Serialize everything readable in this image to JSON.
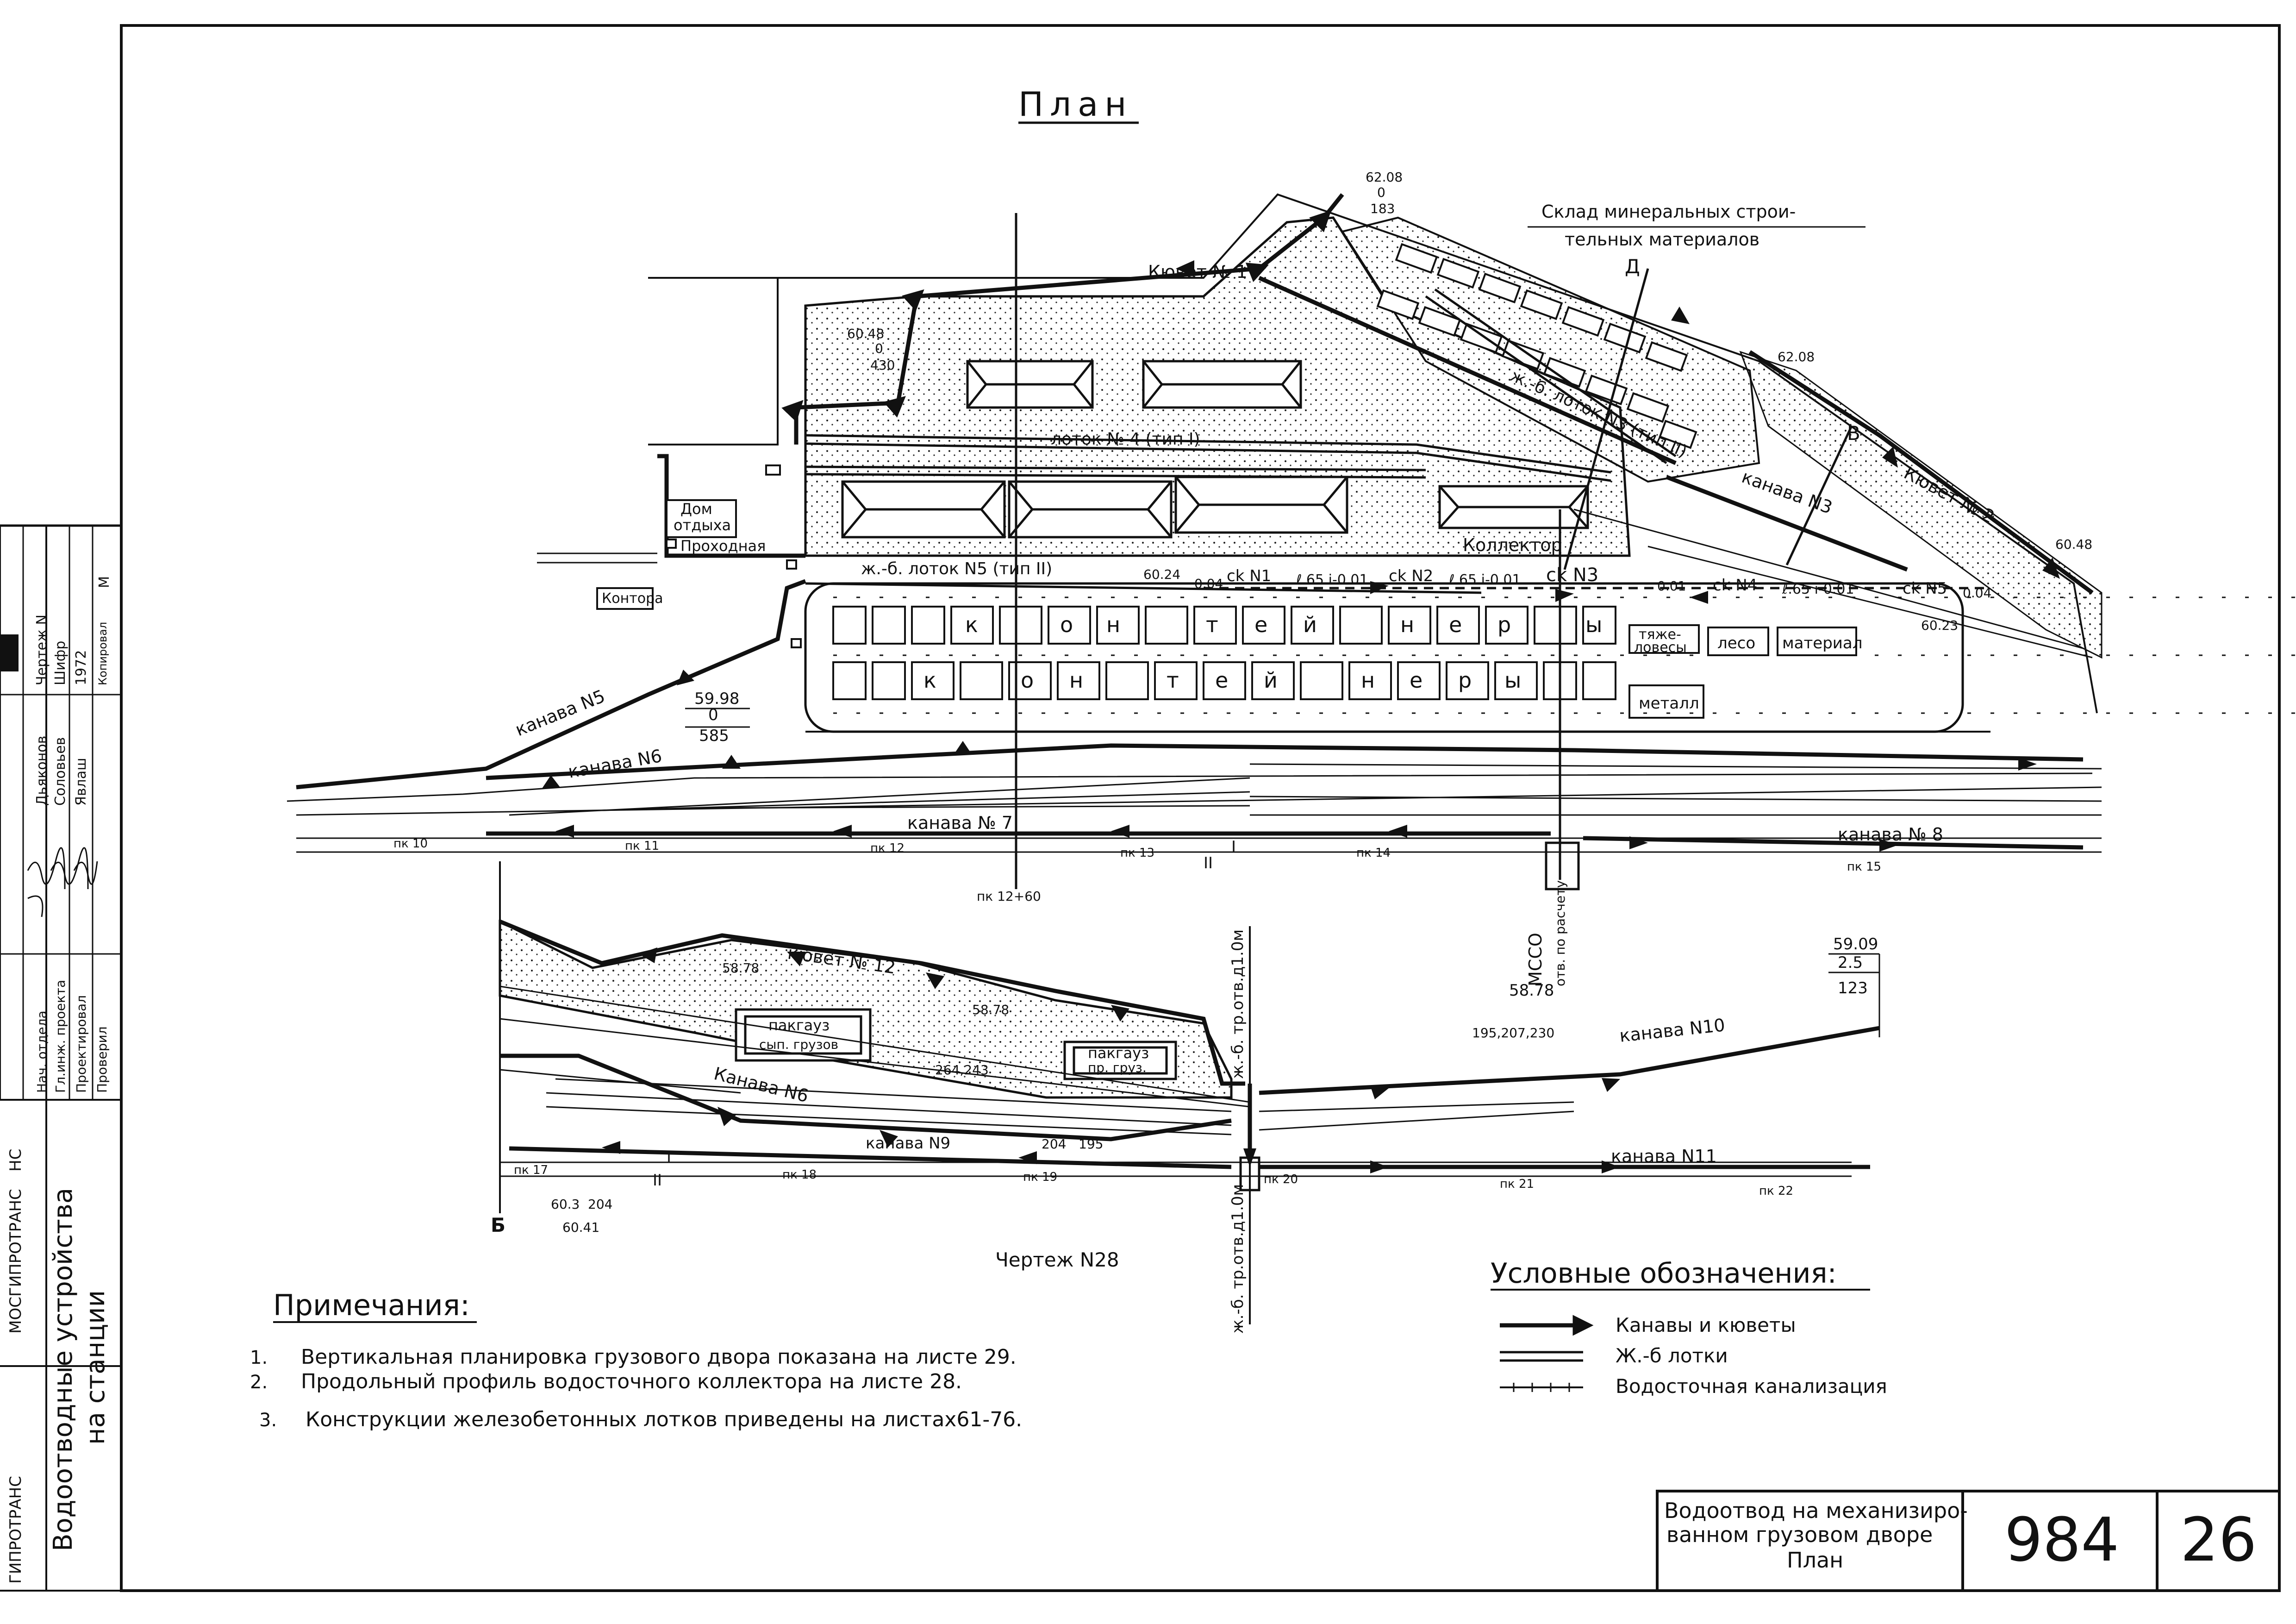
{
  "title": "План",
  "drawing_ref": "Чертеж N28",
  "labels": {
    "sklad_1": "Склад минеральных строи-",
    "sklad_2": "тельных материалов",
    "kyuvet1": "Кювет № 1",
    "kyuvet2": "Кювет № 2",
    "kyuvet12": "кювет № 12",
    "lotok4": "лоток № 4 (тип I)",
    "lotok3": "ж.-б. лоток N3 (тип II)",
    "lotok5": "ж.-б. лоток N5 (тип II)",
    "kanava3": "канава N3",
    "kanava5": "канава N5",
    "kanava6a": "канава N6",
    "kanava6b": "Канава N6",
    "kanava7": "канава № 7",
    "kanava8": "канава № 8",
    "kanava9": "канава N9",
    "kanava10": "канава N10",
    "kanava11": "канава N11",
    "kollektor": "Коллектор",
    "dom_otdykha_1": "Дом",
    "dom_otdykha_2": "отдыха",
    "prokhodnaya": "Проходная",
    "kontora": "Контора",
    "kont_row1": [
      "к",
      "о",
      "н",
      "т",
      "е",
      "й",
      "н",
      "е",
      "р",
      "ы"
    ],
    "kont_row2": [
      "к",
      "о",
      "н",
      "т",
      "е",
      "й",
      "н",
      "е",
      "р",
      "ы"
    ],
    "tyazhe": "тяже-",
    "vesy": "ловесы",
    "leso": "лесо",
    "material": "материал",
    "metall": "металл",
    "pakgauz1_1": "пакгауз",
    "pakgauz1_2": "сып. грузов",
    "pakgauz2_1": "пакгауз",
    "pakgauz2_2": "пр. груз.",
    "mscco": "МССО",
    "otv_po_raschetu": "отв. по расчету",
    "zhb_tr_1": "ж.-б. тр.отв.д1.0м",
    "zhb_tr_2": "ж.-б. тр.отв.д1.0м",
    "pk12_60": "пк 12+60",
    "marker_D": "Д",
    "marker_B": "В",
    "marker_Б": "Б",
    "track_I": "I",
    "track_II": "II",
    "ck1": "ck N1",
    "ck2": "ck N2",
    "ck3": "ck N3",
    "ck4": "ck N4",
    "ck5": "ck N5",
    "slope1": "ℓ.65 i-0.01",
    "slope2": "ℓ.65 i-0.01",
    "slope3": "ℓ.65 i-0.01",
    "slope4": "0.01",
    "slope5": "0.04",
    "slope6": "0.04",
    "elev_6208a": "62.08",
    "elev_6208b": "62.08",
    "elev_6048": "60.48",
    "elev_6048b": "60.48",
    "elev_6024": "60.24",
    "elev_5998": "59.98",
    "elev_5909": "59.09",
    "elev_5878a": "58.78",
    "elev_5878b": "58.78",
    "elev_5878c": "58.78",
    "elev_6041": "60.41",
    "elev_6023": "60.23",
    "num_183": "183",
    "num_430": "430",
    "num_585": "585",
    "num_123": "123",
    "num_195207": "195,207,230",
    "num_264": "264,243",
    "num_204": "204",
    "num_195": "195",
    "num_603": "60.3",
    "num_2_5": "2.5",
    "num_0": "0"
  },
  "pk_upper": [
    "пк 10",
    "пк 11",
    "пк 12",
    "пк 13",
    "пк 14",
    "пк 15"
  ],
  "pk_lower": [
    "пк 17",
    "пк 18",
    "пк 19",
    "пк 20",
    "пк 21",
    "пк 22"
  ],
  "notes_title": "Примечания:",
  "notes": [
    {
      "num": "1.",
      "text": "Вертикальная планировка грузового двора показана на листе 29."
    },
    {
      "num": "2.",
      "text": "Продольный профиль водосточного коллектора на  листе 28."
    },
    {
      "num": "3.",
      "text": "Конструкции железобетонных лотков приведены на листах61-76."
    }
  ],
  "legend_title": "Условные обозначения:",
  "legend": [
    {
      "label": "Канавы и кюветы"
    },
    {
      "label": "Ж.-б лотки"
    },
    {
      "label": "Водосточная канализация"
    }
  ],
  "stamp": {
    "title_1": "Водоотвод на механизиро-",
    "title_2": "ванном грузовом дворе",
    "title_3": "План",
    "project": "984",
    "sheet": "26"
  },
  "sidebar": {
    "main_1": "Водоотводные устройства",
    "main_2": "на станции",
    "org_1": "МОСГИПРОТРАНС",
    "org_2": "НС",
    "org_3": "ГИПРОТРАНС",
    "roles": [
      "Нач. отдела",
      "Гл.инж. проекта",
      "Проектировал",
      "Проверил"
    ],
    "names": [
      "Дьяконов",
      "Соловьев",
      "Явлаш",
      ""
    ],
    "cols": [
      "Чертеж N",
      "Шифр",
      "1972",
      "Копировал"
    ],
    "m": "М"
  }
}
